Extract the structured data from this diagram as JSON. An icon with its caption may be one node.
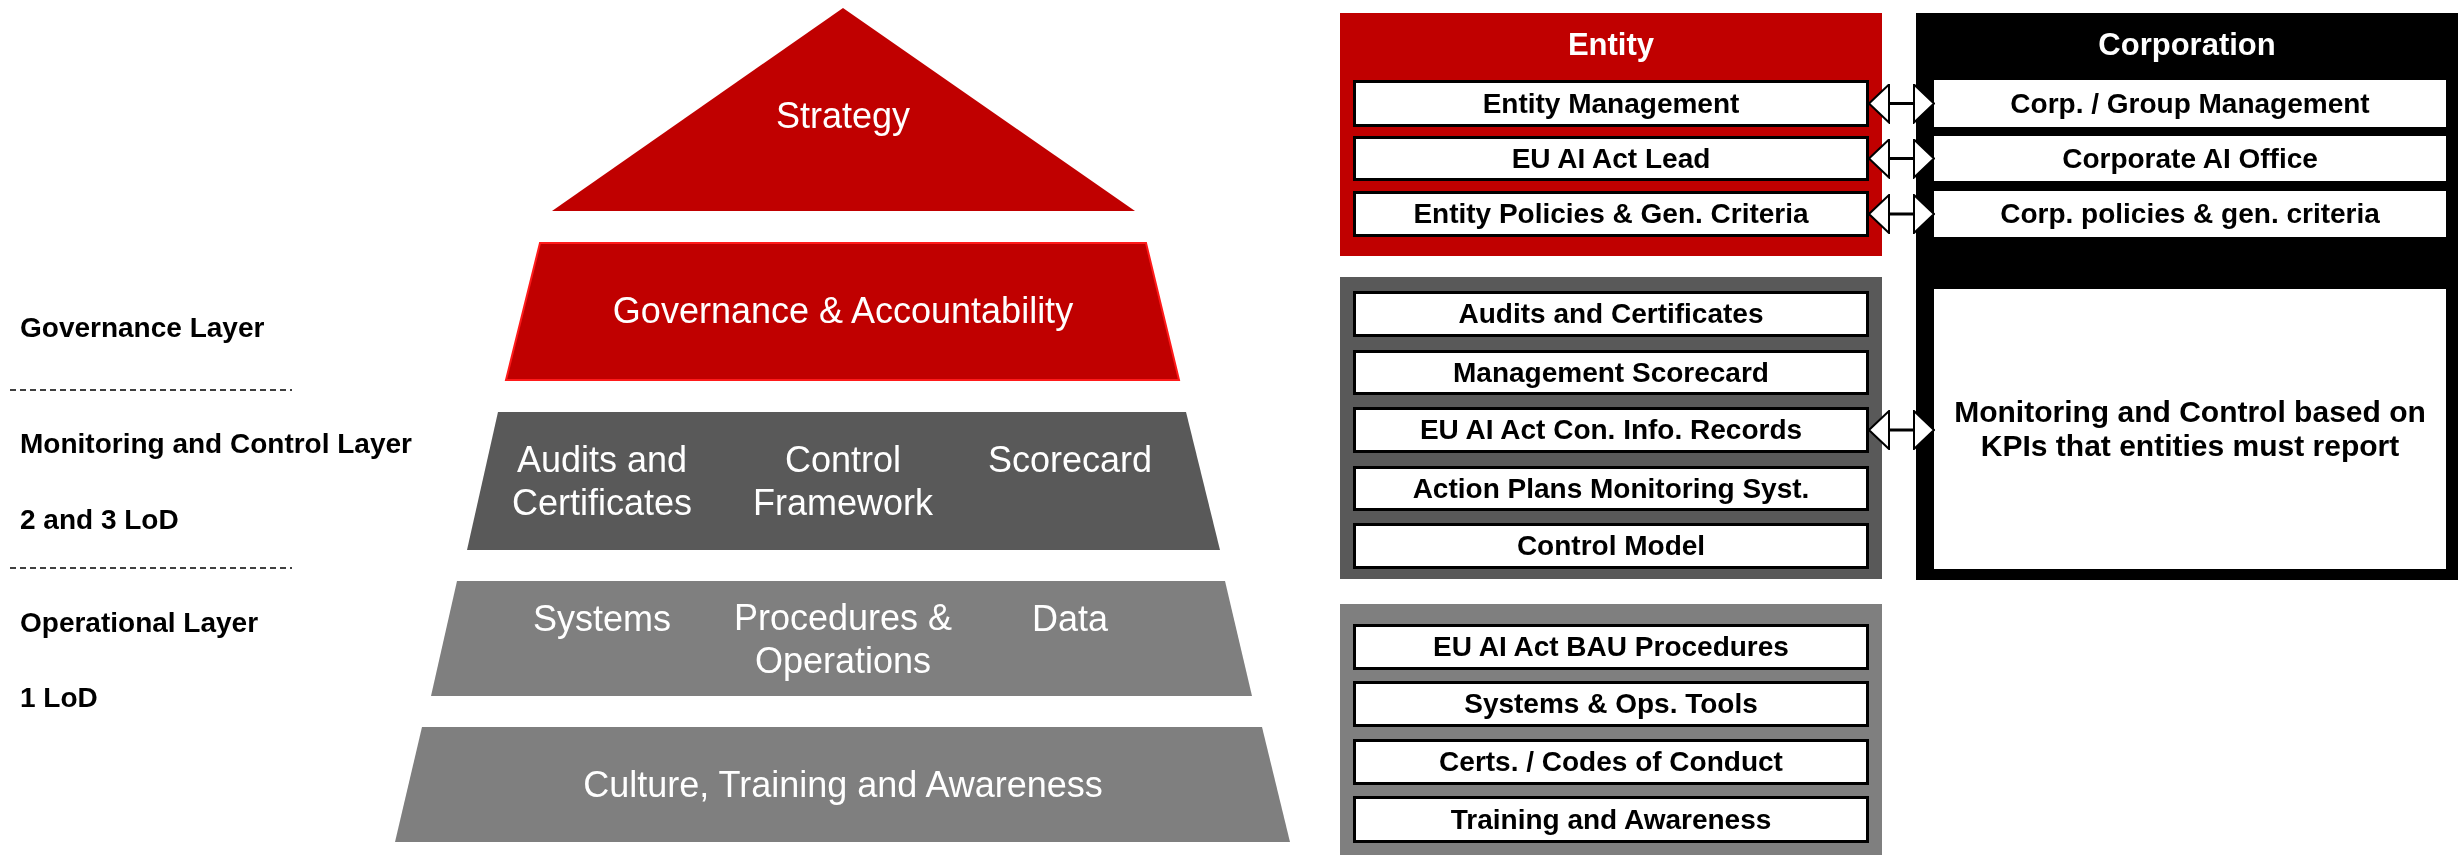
{
  "diagram": {
    "nodes": [
      {
        "text": [
          "Strategy"
        ]
      },
      {
        "text": [
          "Governance & Accountability"
        ]
      },
      {
        "text": [
          "Audits and Certificates",
          "Control Framework",
          "Scorecard"
        ]
      },
      {
        "text": [
          "Systems",
          "Procedures & Operations",
          "Data"
        ]
      },
      {
        "text": [
          "Culture, Training and Awareness"
        ]
      },
      {
        "text": [
          "Entity"
        ]
      },
      {
        "text": [
          "Entity Management"
        ],
        "in": 5
      },
      {
        "text": [
          "EU AI Act Lead"
        ],
        "in": 5
      },
      {
        "text": [
          "Entity Policies & Gen. Criteria"
        ],
        "in": 5
      },
      {
        "text": [
          "Corporation"
        ]
      },
      {
        "text": [
          "Corp. / Group Management"
        ],
        "in": 9
      },
      {
        "text": [
          "Corporate AI Office"
        ],
        "in": 9
      },
      {
        "text": [
          "Corp. policies & gen. criteria"
        ],
        "in": 9
      },
      {
        "text": [
          "Monitoring and Control based on KPIs that entities must report"
        ],
        "in": 9
      },
      {
        "text": [],
        "shape": "box"
      },
      {
        "text": [
          "Audits and Certificates"
        ],
        "in": 14
      },
      {
        "text": [
          "Management Scorecard"
        ],
        "in": 14
      },
      {
        "text": [
          "EU AI Act Con. Info. Records"
        ],
        "in": 14
      },
      {
        "text": [
          "Action Plans Monitoring Syst."
        ],
        "in": 14
      },
      {
        "text": [
          "Control Model"
        ],
        "in": 14
      },
      {
        "text": [],
        "shape": "box"
      },
      {
        "text": [
          "EU AI Act BAU Procedures"
        ],
        "in": 20
      },
      {
        "text": [
          "Systems & Ops. Tools"
        ],
        "in": 20
      },
      {
        "text": [
          "Certs. / Codes of Conduct"
        ],
        "in": 20
      },
      {
        "text": [
          "Training and Awareness"
        ],
        "in": 20
      }
    ],
    "edges": [
      {
        "from": 6,
        "to": 10,
        "arrow": "both"
      },
      {
        "from": 7,
        "to": 11,
        "arrow": "both"
      },
      {
        "from": 8,
        "to": 12,
        "arrow": "both"
      },
      {
        "from": 17,
        "to": 13,
        "arrow": "both"
      }
    ],
    "labels": [
      "Governance Layer",
      "Monitoring and Control Layer",
      "2 and 3 LoD",
      "Operational Layer",
      "1 LoD"
    ]
  }
}
